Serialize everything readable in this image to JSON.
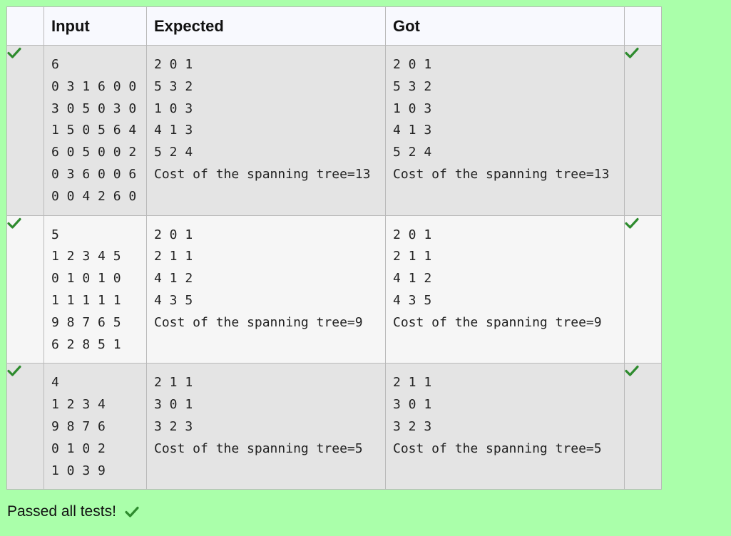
{
  "headers": {
    "mark_left": "",
    "input": "Input",
    "expected": "Expected",
    "got": "Got",
    "mark_right": ""
  },
  "colors": {
    "background": "#aaffaa",
    "row_odd": "#e4e4e4",
    "row_even": "#f6f6f6",
    "header": "#f8f9fe",
    "check": "#2e8b2e"
  },
  "rows": [
    {
      "status": "passed",
      "input": "6\n0 3 1 6 0 0\n3 0 5 0 3 0\n1 5 0 5 6 4\n6 0 5 0 0 2\n0 3 6 0 0 6\n0 0 4 2 6 0",
      "expected": "2 0 1\n5 3 2\n1 0 3\n4 1 3\n5 2 4\nCost of the spanning tree=13",
      "got": "2 0 1\n5 3 2\n1 0 3\n4 1 3\n5 2 4\nCost of the spanning tree=13"
    },
    {
      "status": "passed",
      "input": "5\n1 2 3 4 5\n0 1 0 1 0\n1 1 1 1 1\n9 8 7 6 5\n6 2 8 5 1",
      "expected": "2 0 1\n2 1 1\n4 1 2\n4 3 5\nCost of the spanning tree=9",
      "got": "2 0 1\n2 1 1\n4 1 2\n4 3 5\nCost of the spanning tree=9"
    },
    {
      "status": "passed",
      "input": "4\n1 2 3 4\n9 8 7 6\n0 1 0 2\n1 0 3 9",
      "expected": "2 1 1\n3 0 1\n3 2 3\nCost of the spanning tree=5",
      "got": "2 1 1\n3 0 1\n3 2 3\nCost of the spanning tree=5"
    }
  ],
  "summary": {
    "text": "Passed all tests!"
  },
  "icons": {
    "pass": "check-icon"
  }
}
